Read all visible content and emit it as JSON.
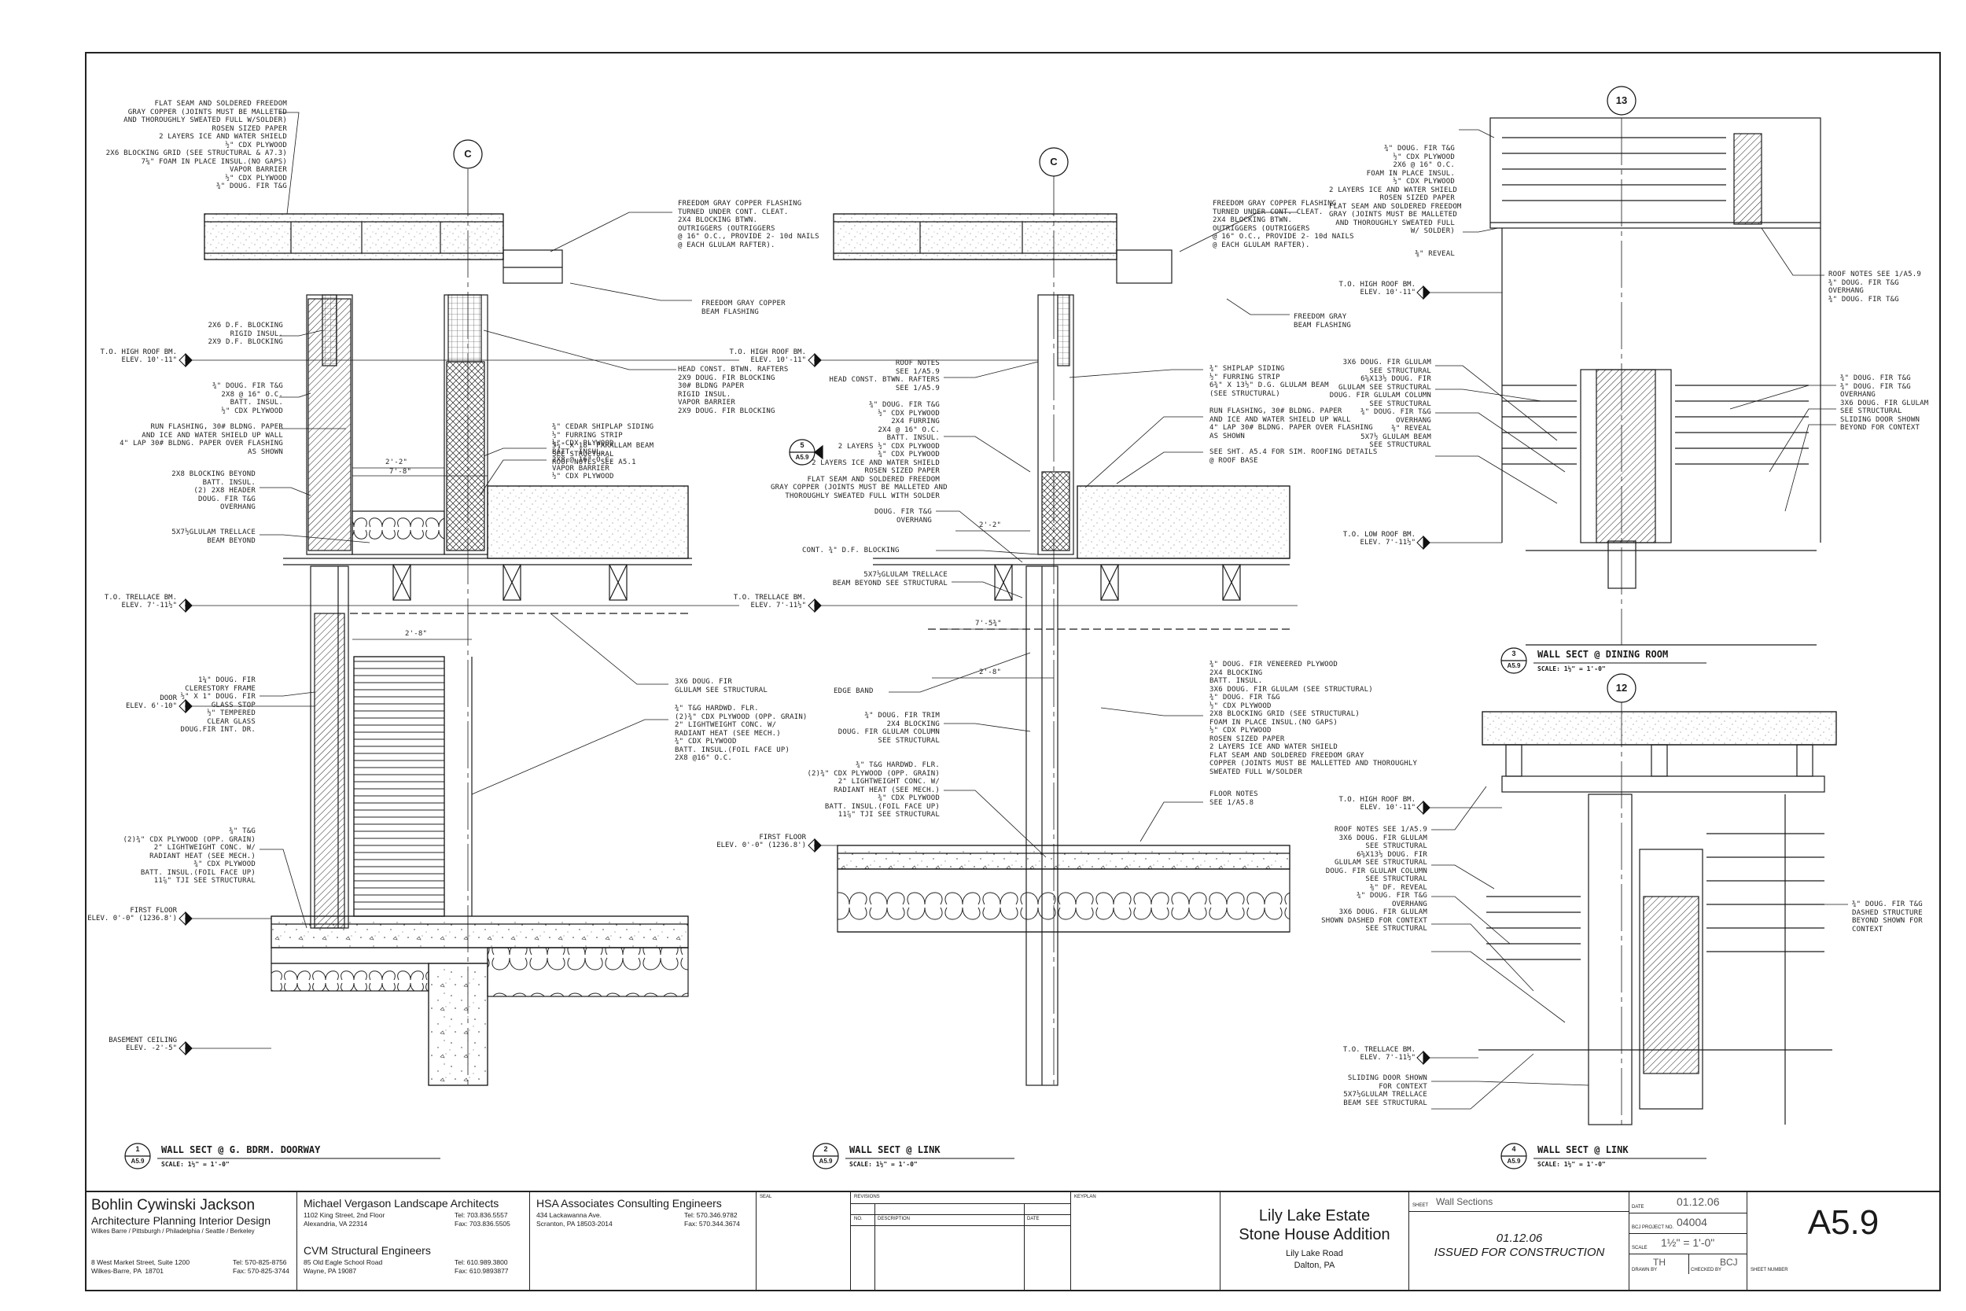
{
  "sheet": {
    "number": "A5.9",
    "title": "Wall Sections",
    "date": "01.12.06",
    "project_no": "04004",
    "scale": "1½\" = 1'-0\"",
    "drawn_by": "TH",
    "checked_by": "BCJ",
    "issue_line1": "01.12.06",
    "issue_line2": "ISSUED FOR CONSTRUCTION"
  },
  "title_block": {
    "architect_name": "Bohlin Cywinski Jackson",
    "architect_sub": "Architecture Planning Interior Design",
    "architect_offices": "Wilkes Barre / Pittsburgh / Philadelphia / Seattle / Berkeley",
    "architect_address": "8 West Market Street, Suite 1200\nWilkes-Barre, PA  18701",
    "architect_phone": "Tel: 570-825-8756\nFax: 570-825-3744",
    "landscape_name": "Michael Vergason Landscape Architects",
    "landscape_address": "1102 King Street, 2nd Floor\nAlexandria, VA 22314",
    "landscape_phone": "Tel: 703.836.5557\nFax: 703.836.5505",
    "structural_name": "CVM Structural Engineers",
    "structural_address": "85 Old Eagle School Road\nWayne, PA 19087",
    "structural_phone": "Tel: 610.989.3800\nFax: 610.9893877",
    "consult_name": "HSA Associates Consulting Engineers",
    "consult_address": "434 Lackawanna Ave.\nScranton, PA 18503-2014",
    "consult_phone": "Tel: 570.346.9782\nFax: 570.344.3674",
    "seal_label": "SEAL",
    "revisions_label": "REVISIONS",
    "no_label": "NO.",
    "description_label": "DESCRIPTION",
    "date_label": "DATE",
    "keyplan_label": "KEYPLAN",
    "project_line1": "Lily Lake Estate",
    "project_line2": "Stone House Addition",
    "project_road": "Lily Lake Road",
    "project_city": "Dalton, PA",
    "sheet_label": "SHEET",
    "date_field_label": "DATE",
    "bcj_label": "BCJ PROJECT NO.",
    "scale_label": "SCALE",
    "drawn_label": "DRAWN BY",
    "checked_label": "CHECKED BY",
    "sheet_number_label": "SHEET NUMBER"
  },
  "views": [
    {
      "num": "1",
      "ref": "A5.9",
      "title": "WALL SECT @ G. BDRM. DOORWAY",
      "scale": "SCALE: 1½\" = 1'-0\""
    },
    {
      "num": "2",
      "ref": "A5.9",
      "title": "WALL SECT @ LINK",
      "scale": "SCALE: 1½\" = 1'-0\""
    },
    {
      "num": "3",
      "ref": "A5.9",
      "title": "WALL SECT @ DINING ROOM",
      "scale": "SCALE: 1½\" = 1'-0\""
    },
    {
      "num": "4",
      "ref": "A5.9",
      "title": "WALL SECT @ LINK",
      "scale": "SCALE: 1½\" = 1'-0\""
    }
  ],
  "grid_bubbles": {
    "v1": "C",
    "v2": "C",
    "v3": "13",
    "v4": "12",
    "callout_num": "5",
    "callout_ref": "A5.9"
  },
  "elevations": {
    "v1_high_roof": "T.O. HIGH ROOF BM.\nELEV. 10'-11\"",
    "v1_trellace": "T.O. TRELLACE BM.\nELEV. 7'-11½\"",
    "v1_door": "DOOR\nELEV. 6'-10\"",
    "v1_first_floor": "FIRST FLOOR\nELEV. 0'-0\" (1236.8')",
    "v1_basement": "BASEMENT CEILING\nELEV. -2'-5\"",
    "v2_high_roof": "T.O. HIGH ROOF BM.\nELEV. 10'-11\"",
    "v2_trellace": "T.O. TRELLACE BM.\nELEV. 7'-11½\"",
    "v2_first_floor": "FIRST FLOOR\nELEV. 0'-0\" (1236.8')",
    "v3_high_roof": "T.O. HIGH ROOF BM.\nELEV. 10'-11\"",
    "v3_low_roof": "T.O. LOW ROOF BM.\nELEV. 7'-11½\"",
    "v4_high_roof": "T.O. HIGH ROOF BM.\nELEV. 10'-11\"",
    "v4_trellace": "T.O. TRELLACE BM.\nELEV. 7'-11½\""
  },
  "dims": {
    "d1": "2'-2\"",
    "d2": "7'-8\"",
    "d3": "2'-8\"",
    "d4": "2'-2\"",
    "d5": "7'-5¾\"",
    "d6": "2'-8\""
  },
  "notes": {
    "v1_roof": "FLAT SEAM AND SOLDERED FREEDOM\nGRAY COPPER (JOINTS MUST BE MALLETED\nAND THOROUGHLY SWEATED FULL W/SOLDER)\nROSEN SIZED PAPER\n2 LAYERS ICE AND WATER SHIELD\n½\" CDX PLYWOOD\n2X6 BLOCKING GRID (SEE STRUCTURAL & A7.3)\n7¼\" FOAM IN PLACE INSUL.(NO GAPS)\nVAPOR BARRIER\n½\" CDX PLYWOOD\n¾\" DOUG. FIR T&G",
    "v1_flashing": "FREEDOM GRAY COPPER FLASHING\nTURNED UNDER CONT. CLEAT.\n2X4 BLOCKING BTWN.\nOUTRIGGERS (OUTRIGGERS\n@ 16\" O.C., PROVIDE 2- 10d NAILS\n@ EACH GLULAM RAFTER).",
    "v1_beam_flash": "FREEDOM GRAY COPPER\nBEAM FLASHING",
    "v1_blocking": "2X6 D.F. BLOCKING\nRIGID INSUL.\n2X9 D.F. BLOCKING",
    "v1_head": "HEAD CONST. BTWN. RAFTERS\n2X9 DOUG. FIR BLOCKING\n30# BLDNG PAPER\nRIGID INSUL.\nVAPOR BARRIER\n2X9 DOUG. FIR BLOCKING",
    "v1_wall": "¾\" DOUG. FIR T&G\n2X8 @ 16\" O.C.\nBATT. INSUL.\n½\" CDX PLYWOOD",
    "v1_run": "RUN FLASHING, 30# BLDNG. PAPER\nAND ICE AND WATER SHIELD UP WALL\n4\" LAP 30# BLDNG. PAPER OVER FLASHING\nAS SHOWN",
    "v1_cedar": "¾\" CEDAR SHIPLAP SIDING\n½\" FURRING STRIP\n½\" CDX PLYWOOD\nBATT. INSUL.\n2X8 @ 16\" O.C.\nVAPOR BARRIER\n½\" CDX PLYWOOD",
    "v1_parallam": "5¼\" X 18\" PARALLAM BEAM\nSEE STRUCTURAL\nROOF NOTES SEE A5.1",
    "v1_header": "2X8 BLOCKING BEYOND\nBATT. INSUL.\n(2) 2X8 HEADER\nDOUG. FIR T&G\nOVERHANG",
    "v1_glulam": "5X7½GLULAM TRELLACE\nBEAM BEYOND",
    "v1_frame": "1¼\" DOUG. FIR\nCLERESTORY FRAME\n½\" X 1\" DOUG. FIR\nGLASS STOP\n½\" TEMPERED\nCLEAR GLASS\nDOUG.FIR INT. DR.",
    "v1_glulam2": "3X6 DOUG. FIR\nGLULAM SEE STRUCTURAL",
    "v1_floor": "¾\" T&G HARDWD. FLR.\n(2)¾\" CDX PLYWOOD (OPP. GRAIN)\n2\" LIGHTWEIGHT CONC. W/\nRADIANT HEAT (SEE MECH.)\n¾\" CDX PLYWOOD\nBATT. INSUL.(FOIL FACE UP)\n2X8 @16\" O.C.",
    "v1_floor2": "¾\" T&G\n(2)¾\" CDX PLYWOOD (OPP. GRAIN)\n2\" LIGHTWEIGHT CONC. W/\nRADIANT HEAT (SEE MECH.)\n¾\" CDX PLYWOOD\nBATT. INSUL.(FOIL FACE UP)\n11⅞\" TJI SEE STRUCTURAL",
    "v2_flashing": "FREEDOM GRAY COPPER FLASHING\nTURNED UNDER CONT. CLEAT.\n2X4 BLOCKING BTWN.\nOUTRIGGERS (OUTRIGGERS\n@ 16\" O.C., PROVIDE 2- 10d NAILS\n@ EACH GLULAM RAFTER).",
    "v2_beam_flash": "FREEDOM GRAY\nBEAM FLASHING",
    "v2_roofnotes": "ROOF NOTES\nSEE 1/A5.9\nHEAD CONST. BTWN. RAFTERS\nSEE 1/A5.9",
    "v2_wall": "¾\" DOUG. FIR T&G\n½\" CDX PLYWOOD\n2X4 FURRING\n2X4 @ 16\" O.C.\nBATT. INSUL.\n2 LAYERS ½\" CDX PLYWOOD\n¾\" CDX PLYWOOD\n2 LAYERS ICE AND WATER SHIELD\nROSEN SIZED PAPER\nFLAT SEAM AND SOLDERED FREEDOM\nGRAY COPPER (JOINTS MUST BE MALLETED AND\nTHOROUGHLY SWEATED FULL WITH SOLDER",
    "v2_shiplap": "¾\" SHIPLAP SIDING\n½\" FURRING STRIP\n6¾\" X 13½\" D.G. GLULAM BEAM\n(SEE STRUCTURAL)",
    "v2_run": "RUN FLASHING, 30# BLDNG. PAPER\nAND ICE AND WATER SHIELD UP WALL\n4\" LAP 30# BLDNG. PAPER OVER FLASHING\nAS SHOWN",
    "v2_roofbase": "SEE SHT. A5.4 FOR SIM. ROOFING DETAILS\n@ ROOF BASE",
    "v2_overhang": "DOUG. FIR T&G\nOVERHANG",
    "v2_cont": "CONT. ¾\" D.F. BLOCKING",
    "v2_trellace": "5X7½GLULAM TRELLACE\nBEAM BEYOND SEE STRUCTURAL",
    "v2_veneered": "¾\" DOUG. FIR VENEERED PLYWOOD\n2X4 BLOCKING\nBATT. INSUL.\n3X6 DOUG. FIR GLULAM (SEE STRUCTURAL)\n¾\" DOUG. FIR T&G\n½\" CDX PLYWOOD\n2X8 BLOCKING GRID (SEE STRUCTURAL)\nFOAM IN PLACE INSUL.(NO GAPS)\n½\" CDX PLYWOOD\nROSEN SIZED PAPER\n2 LAYERS ICE AND WATER SHIELD\nFLAT SEAM AND SOLDERED FREEDOM GRAY\nCOPPER (JOINTS MUST BE MALLETTED AND THOROUGHLY\nSWEATED FULL W/SOLDER",
    "v2_floornotes": "FLOOR NOTES\nSEE 1/A5.8",
    "v2_edge": "EDGE BAND",
    "v2_trim": "¾\" DOUG. FIR TRIM\n2X4 BLOCKING\nDOUG. FIR GLULAM COLUMN\nSEE STRUCTURAL",
    "v2_floor": "¾\" T&G HARDWD. FLR.\n(2)¾\" CDX PLYWOOD (OPP. GRAIN)\n2\" LIGHTWEIGHT CONC. W/\nRADIANT HEAT (SEE MECH.)\n¾\" CDX PLYWOOD\nBATT. INSUL.(FOIL FACE UP)\n11⅞\" TJI SEE STRUCTURAL",
    "v3_roof": "¾\" DOUG. FIR T&G\n½\" CDX PLYWOOD\n2X6 @ 16\" O.C.\nFOAM IN PLACE INSUL.\n½\" CDX PLYWOOD\n2 LAYERS ICE AND WATER SHIELD\nROSEN SIZED PAPER\nFLAT SEAM AND SOLDERED FREEDOM\nGRAY (JOINTS MUST BE MALLETED\nAND THOROUGHLY SWEATED FULL\nW/ SOLDER)",
    "v3_reveal": "⅜\" REVEAL",
    "v3_roofnotes": "ROOF NOTES SEE 1/A5.9\n¾\" DOUG. FIR T&G\nOVERHANG\n¾\" DOUG. FIR T&G",
    "v3_left": "3X6 DOUG. FIR GLULAM\nSEE STRUCTURAL\n6⅝X13½ DOUG. FIR\nGLULAM SEE STRUCTURAL\nDOUG. FIR GLULAM COLUMN\nSEE STRUCTURAL\n¾\" DOUG. FIR T&G\nOVERHANG\n⅜\" REVEAL\n5X7½ GLULAM BEAM\nSEE STRUCTURAL",
    "v3_right": "¾\" DOUG. FIR T&G\n¾\" DOUG. FIR T&G\nOVERHANG\n3X6 DOUG. FIR GLULAM\nSEE STRUCTURAL\nSLIDING DOOR SHOWN\nBEYOND FOR CONTEXT",
    "v4_left": "ROOF NOTES SEE 1/A5.9\n3X6 DOUG. FIR GLULAM\nSEE STRUCTURAL\n6⅝X13½ DOUG. FIR\nGLULAM SEE STRUCTURAL\nDOUG. FIR GLULAM COLUMN\nSEE STRUCTURAL\n⅜\" DF. REVEAL\n¾\" DOUG. FIR T&G\nOVERHANG\n3X6 DOUG. FIR GLULAM\nSHOWN DASHED FOR CONTEXT\nSEE STRUCTURAL",
    "v4_right": "¾\" DOUG. FIR T&G\nDASHED STRUCTURE\nBEYOND SHOWN FOR\nCONTEXT",
    "v4_bottom": "SLIDING DOOR SHOWN\nFOR CONTEXT\n5X7½GLULAM TRELLACE\nBEAM SEE STRUCTURAL"
  }
}
